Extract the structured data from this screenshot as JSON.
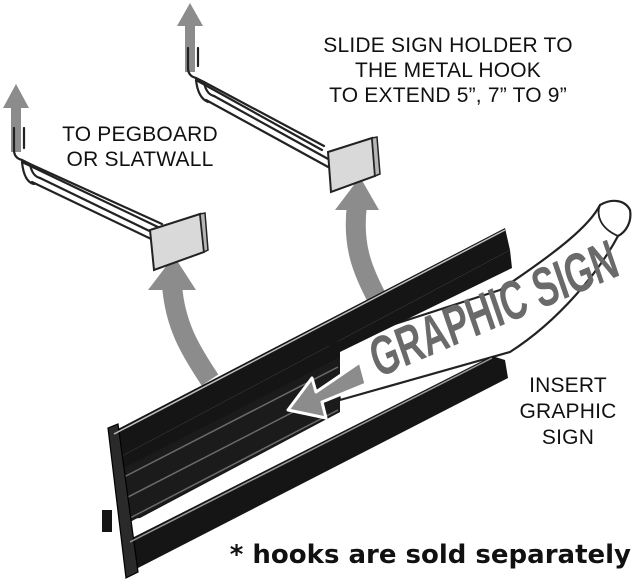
{
  "labels": {
    "pegboard_line1": "TO PEGBOARD",
    "pegboard_line2": "OR SLATWALL",
    "slide_line1": "SLIDE SIGN HOLDER TO",
    "slide_line2": "THE METAL HOOK",
    "slide_line3": "TO EXTEND 5”, 7” TO 9”",
    "insert_line1": "INSERT",
    "insert_line2": "GRAPHIC",
    "insert_line3": "SIGN"
  },
  "sign": {
    "text": "GRAPHIC SIGN"
  },
  "note": "* hooks are sold separately",
  "colors": {
    "arrow_gray": "#8c8c8c",
    "holder_black": "#151515",
    "tag_gray": "#d9d9d9",
    "sign_text_gray": "#6a6a6a"
  }
}
